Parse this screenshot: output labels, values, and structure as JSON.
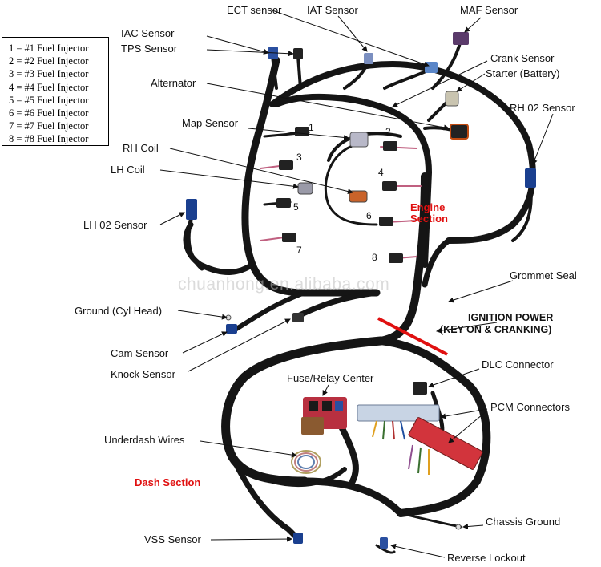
{
  "legend": {
    "items": [
      "1 = #1 Fuel Injector",
      "2 = #2 Fuel Injector",
      "3 = #3 Fuel Injector",
      "4 = #4 Fuel Injector",
      "5 = #5 Fuel Injector",
      "6 = #6 Fuel Injector",
      "7 = #7 Fuel Injector",
      "8 = #8 Fuel Injector"
    ]
  },
  "labels": {
    "ect": "ECT sensor",
    "iat": "IAT Sensor",
    "maf": "MAF Sensor",
    "iac": "IAC Sensor",
    "tps": "TPS Sensor",
    "crank": "Crank Sensor",
    "starter": "Starter (Battery)",
    "alternator": "Alternator",
    "rh_o2": "RH 02 Sensor",
    "map": "Map Sensor",
    "rh_coil": "RH Coil",
    "lh_coil": "LH Coil",
    "lh_o2": "LH 02 Sensor",
    "engine_section": "Engine Section",
    "grommet": "Grommet Seal",
    "ignition_1": "IGNITION POWER",
    "ignition_2": "(KEY ON & CRANKING)",
    "ground_cyl": "Ground (Cyl Head)",
    "cam": "Cam Sensor",
    "knock": "Knock Sensor",
    "fuse": "Fuse/Relay Center",
    "dlc": "DLC Connector",
    "pcm": "PCM Connectors",
    "underdash": "Underdash Wires",
    "dash_section": "Dash Section",
    "chassis_ground": "Chassis Ground",
    "vss": "VSS Sensor",
    "reverse": "Reverse Lockout"
  },
  "injector_numbers": [
    "1",
    "2",
    "3",
    "4",
    "5",
    "6",
    "7",
    "8"
  ],
  "watermark": "chuanhong.en.alibaba.com",
  "colors": {
    "harness": "#151515",
    "accent_red": "#e01010",
    "ignition_bar": "#e01010"
  }
}
